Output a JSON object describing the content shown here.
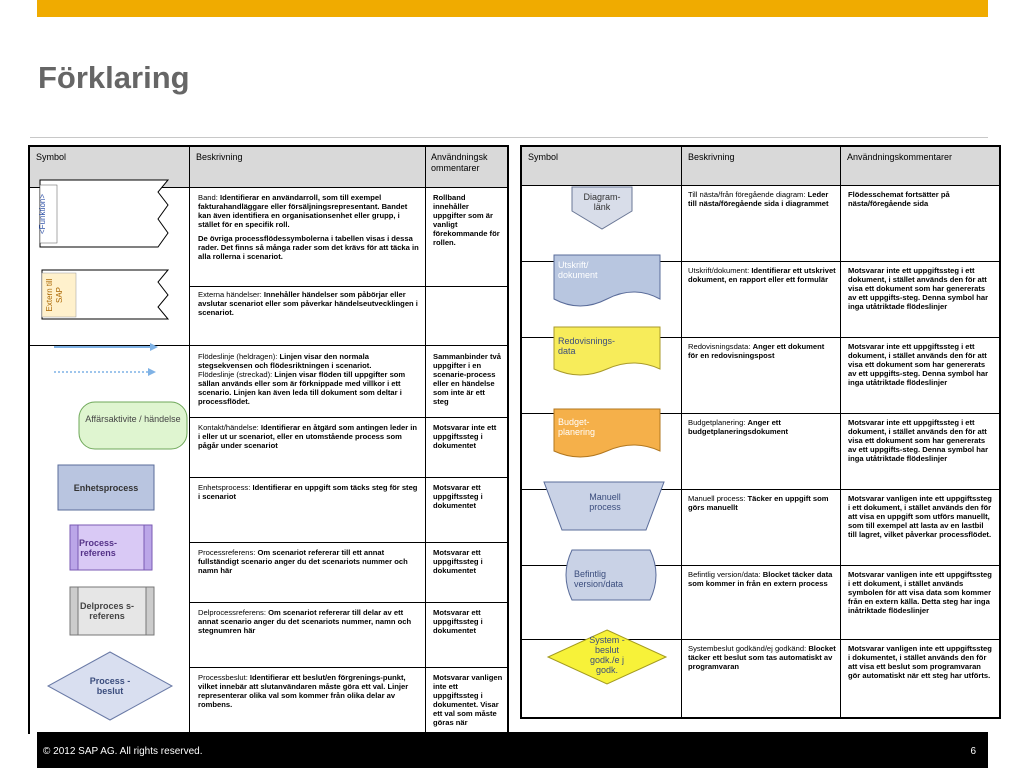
{
  "title": "Förklaring",
  "left_table": {
    "headers": [
      "Symbol",
      "Beskrivning",
      "Användningsk ommentarer"
    ],
    "rows": [
      {
        "symbol_label": "<Funktion>",
        "desc_prefix": "Band: ",
        "desc_bold": "Identifierar en användarroll, som till exempel fakturahandläggare eller försäljningsrepresentant. Bandet kan även identifiera en organisationsenhet eller grupp, i stället för en specifik roll.",
        "desc_extra": "De övriga processflödessymbolerna i tabellen visas i dessa rader. Det finns så många rader som det krävs för att täcka in alla rollerna i scenariot.",
        "comment": "Rollband innehåller uppgifter som är vanligt förekommande för rollen."
      },
      {
        "symbol_label": "Extern till SAP",
        "desc_prefix": "Externa händelser: ",
        "desc_bold": "Innehåller händelser som påbörjar eller avslutar scenariot eller som påverkar händelseutvecklingen i scenariot.",
        "comment": ""
      },
      {
        "symbol_label": "",
        "desc_prefix": "Flödeslinje (heldragen): ",
        "desc_bold": "Linjen visar den normala stegsekvensen och flödesriktningen i scenariot.",
        "desc_prefix2": "Flödeslinje (streckad): ",
        "desc_bold2": "Linjen visar flöden till uppgifter som sällan används eller som är förknippade med villkor i ett scenario. Linjen kan även leda till dokument som deltar i processflödet.",
        "comment": "Sammanbinder två uppgifter i en scenarie-process eller en händelse som inte är ett steg"
      },
      {
        "symbol_label": "Affärsaktivite / händelse",
        "desc_prefix": "Kontakt/händelse: ",
        "desc_bold": "Identifierar en åtgärd som antingen leder in i eller ut ur scenariot, eller en utomstående process som pågår under scenariot",
        "comment": "Motsvarar inte ett uppgiftssteg i dokumentet"
      },
      {
        "symbol_label": "Enhetsprocess",
        "desc_prefix": "Enhetsprocess: ",
        "desc_bold": "Identifierar en uppgift som täcks steg för steg i scenariot",
        "comment": "Motsvarar ett uppgiftssteg i dokumentet"
      },
      {
        "symbol_label": "Process-referens",
        "desc_prefix": "Processreferens: ",
        "desc_bold": "Om scenariot refererar till ett annat fullständigt scenario anger du det scenariots nummer och namn här",
        "comment": "Motsvarar ett uppgiftssteg i dokumentet"
      },
      {
        "symbol_label": "Delproces s-referens",
        "desc_prefix": "Delprocessreferens: ",
        "desc_bold": "Om scenariot refererar till delar av ett annat scenario anger du det scenariots nummer, namn och stegnumren här",
        "comment": "Motsvarar ett uppgiftssteg i dokumentet"
      },
      {
        "symbol_label": "Process -beslut",
        "desc_prefix": "Processbeslut: ",
        "desc_bold": "Identifierar ett beslut/en förgrenings-punkt, vilket innebär att slutanvändaren måste göra ett val. Linjer representerar olika val som kommer från olika delar av rombens.",
        "comment": "Motsvarar vanligen inte ett uppgiftssteg i dokumentet. Visar ett val som måste göras när"
      }
    ]
  },
  "right_table": {
    "headers": [
      "Symbol",
      "Beskrivning",
      "Användningskommentarer"
    ],
    "rows": [
      {
        "symbol_label": "Diagram-länk",
        "desc_prefix": "Till nästa/från föregående diagram: ",
        "desc_bold": "Leder till nästa/föregående sida i diagrammet",
        "comment": "Flödesschemat fortsätter på nästa/föregående sida"
      },
      {
        "symbol_label": "Utskrift/ dokument",
        "desc_prefix": "Utskrift/dokument: ",
        "desc_bold": "Identifierar ett utskrivet dokument, en rapport eller ett formulär",
        "comment": "Motsvarar inte ett uppgiftssteg i ett dokument, i stället används den för att visa ett dokument som har genererats av ett uppgifts-steg. Denna symbol har inga utåtriktade flödeslinjer"
      },
      {
        "symbol_label": "Redovisnings-data",
        "desc_prefix": "Redovisningsdata: ",
        "desc_bold": "Anger ett dokument för en redovisningspost",
        "comment": "Motsvarar inte ett uppgiftssteg i ett dokument, i stället används den för att visa ett dokument som har genererats av ett uppgifts-steg. Denna symbol har inga utåtriktade flödeslinjer"
      },
      {
        "symbol_label": "Budget-planering",
        "desc_prefix": "Budgetplanering: ",
        "desc_bold": "Anger ett budgetplaneringsdokument",
        "comment": "Motsvarar inte ett uppgiftssteg i ett dokument, i stället används den för att visa ett dokument som har genererats av ett uppgifts-steg. Denna symbol har inga utåtriktade flödeslinjer"
      },
      {
        "symbol_label": "Manuell process",
        "desc_prefix": "Manuell process: ",
        "desc_bold": "Täcker en uppgift som görs manuellt",
        "comment": "Motsvarar vanligen inte ett uppgiftssteg i ett dokument, i stället används den för att visa en uppgift som utförs manuellt, som till exempel att lasta av en lastbil till lagret, vilket påverkar processflödet."
      },
      {
        "symbol_label": "Befintlig version/data",
        "desc_prefix": "Befintlig version/data: ",
        "desc_bold": "Blocket täcker data som kommer in från en extern process",
        "comment": "Motsvarar vanligen inte ett uppgiftssteg i ett dokument, i stället används symbolen för att visa data som kommer från en extern källa. Detta steg har inga inåtriktade flödeslinjer"
      },
      {
        "symbol_label": "System -beslut godk./e j godk.",
        "desc_prefix": "Systembeslut godkänd/ej godkänd: ",
        "desc_bold": "Blocket täcker ett beslut som tas automatiskt av programvaran",
        "comment": "Motsvarar vanligen inte ett uppgiftssteg i dokumentet, i stället används den för att visa ett beslut som programvaran gör automatiskt när ett steg har utförts."
      }
    ]
  },
  "footer": {
    "copyright": "© 2012 SAP AG. All rights reserved.",
    "page": "6"
  },
  "colors": {
    "accent": "#f0ab00",
    "header_bg": "#d9d9d9"
  }
}
